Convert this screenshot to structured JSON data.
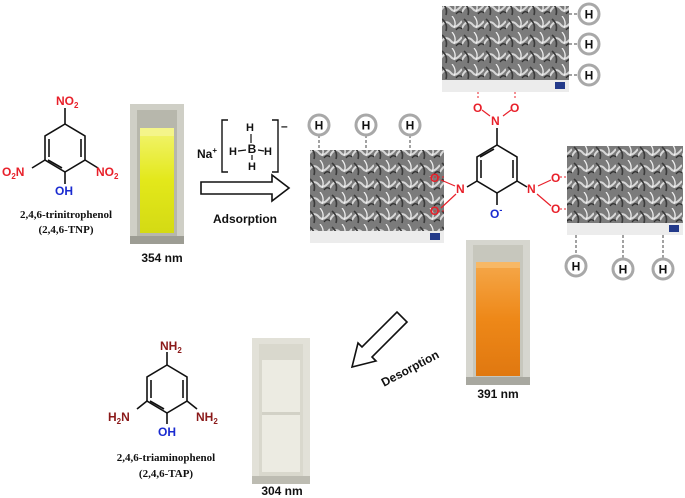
{
  "colors": {
    "nitro": "#e8202a",
    "hydroxyl": "#1a2bd0",
    "amino": "#8b1a1a",
    "bond": "#111111",
    "h_circle": "#a8a8a8",
    "tnp_solution": "#e6ea1c",
    "tnp_solution_light": "#f4f58a",
    "picrate_solution": "#f08a1c",
    "tap_solution": "#ecebe2"
  },
  "molecules": {
    "tnp": {
      "no2_top": "NO",
      "no2_left": "O",
      "no2_left_rest": "N",
      "no2_right": "NO",
      "sub2": "2",
      "oh": "OH",
      "name": "2,4,6-trinitrophenol",
      "abbr": "(2,4,6-TNP)"
    },
    "tap": {
      "nh2_top": "NH",
      "nh2_left_h": "H",
      "nh2_left_n": "N",
      "nh2_right": "NH",
      "sub2": "2",
      "oh": "OH",
      "name": "2,4,6-triaminophenol",
      "abbr": "(2,4,6-TAP)"
    },
    "picrate": {
      "o_minus": "O",
      "minus": "-",
      "n": "N",
      "o": "O"
    }
  },
  "reagent": {
    "na": "Na",
    "plus": "+",
    "b": "B",
    "h": "H",
    "minus": "–"
  },
  "arrows": {
    "adsorption": "Adsorption",
    "desorption": "Desorption"
  },
  "wavelengths": {
    "tnp": "354 nm",
    "picrate": "391 nm",
    "tap": "304 nm"
  },
  "hydrogen_label": "H"
}
